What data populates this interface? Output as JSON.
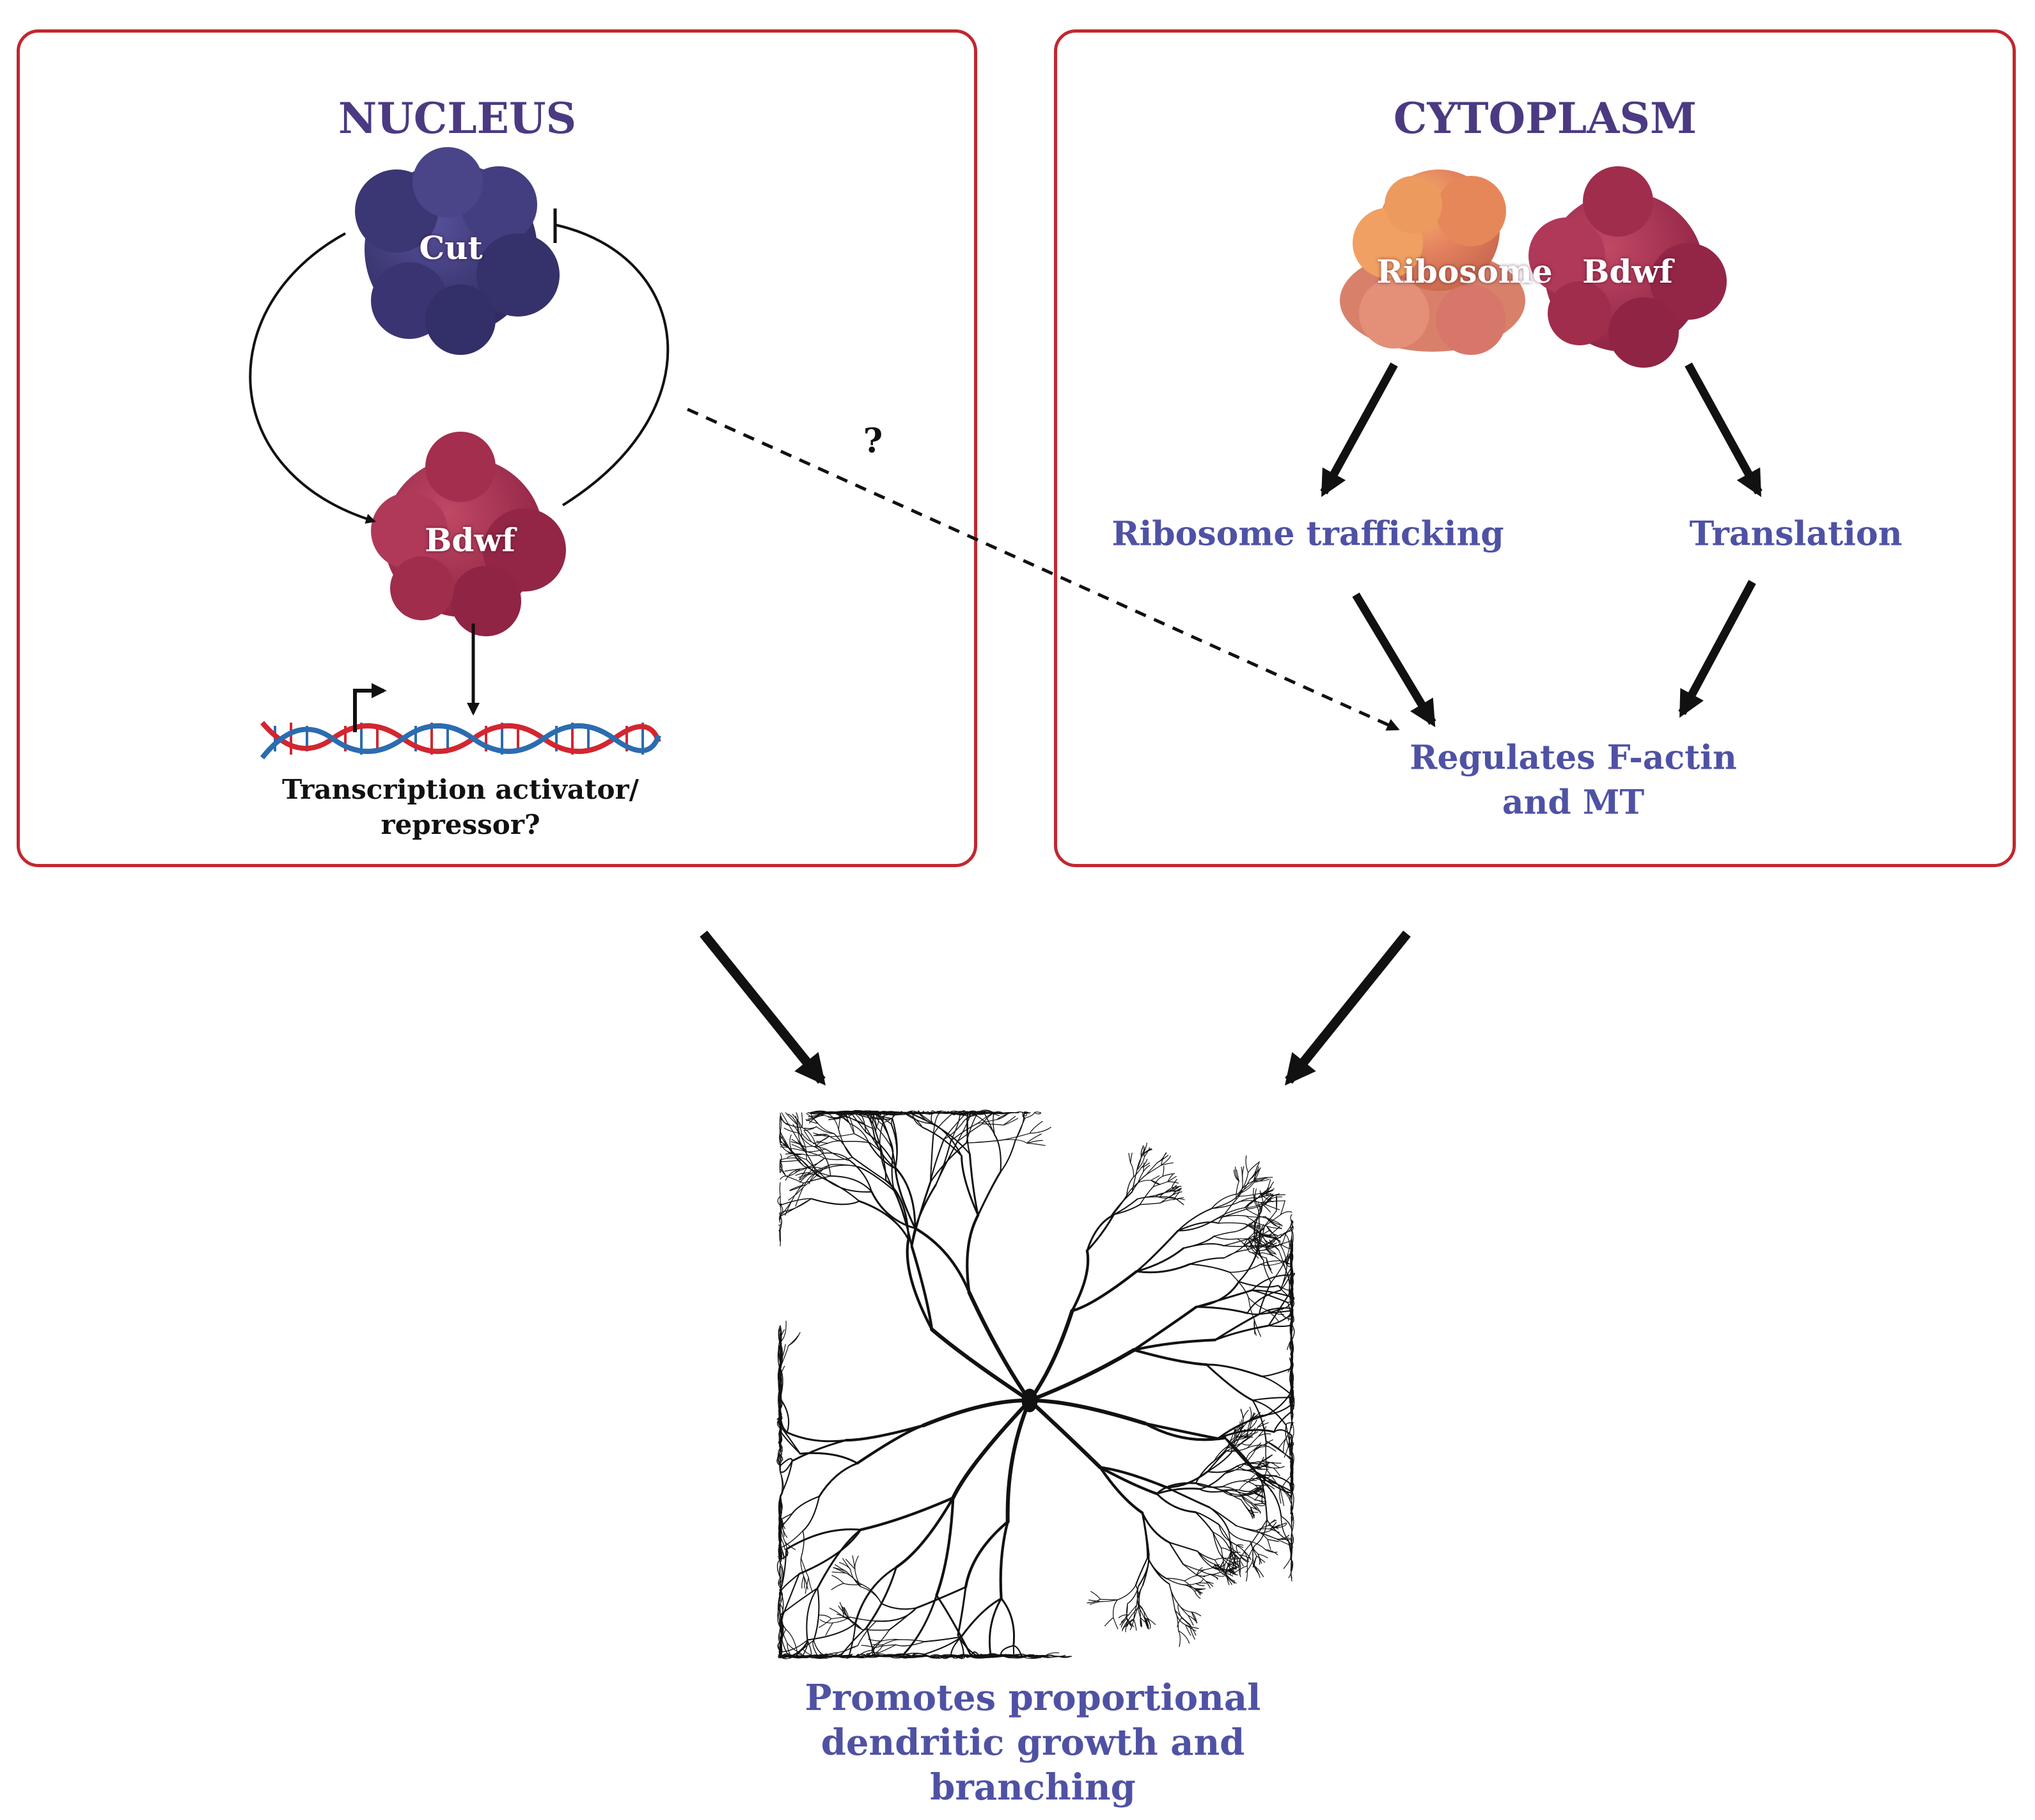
{
  "nucleus": {
    "title": "NUCLEUS",
    "cut_label": "Cut",
    "bdwf_label": "Bdwf",
    "question_mark": "?",
    "transcription_line1": "Transcription activator/",
    "transcription_line2": "repressor?"
  },
  "cytoplasm": {
    "title": "CYTOPLASM",
    "ribosome_label": "Ribosome",
    "bdwf_label": "Bdwf",
    "ribosome_trafficking": "Ribosome trafficking",
    "translation": "Translation",
    "regulates_line1": "Regulates F-actin",
    "regulates_line2": "and MT"
  },
  "outcome": {
    "line1": "Promotes proportional",
    "line2": "dendritic growth and",
    "line3": "branching"
  },
  "colors": {
    "panel_border": "#c0282e",
    "title": "#4b3a82",
    "label_blue": "#4f52a4",
    "cut_protein": "#3f3a78",
    "bdwf_protein": "#a7304f",
    "ribosome": "#e58a68",
    "dna_red": "#d22630",
    "dna_blue": "#2b6cb0"
  },
  "icons": [
    "cut-protein-icon",
    "bdwf-protein-icon",
    "ribosome-icon",
    "dna-helix-icon",
    "promoter-arrow-icon",
    "neuron-dendrite-icon"
  ]
}
